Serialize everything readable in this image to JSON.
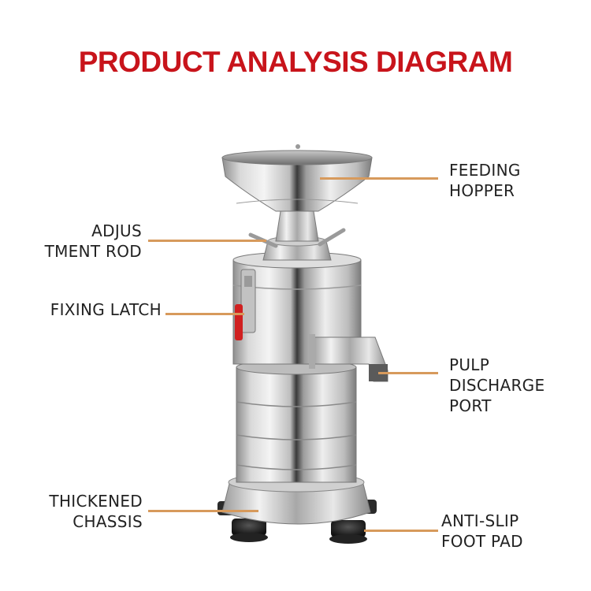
{
  "title": "PRODUCT ANALYSIS DIAGRAM",
  "colors": {
    "title": "#c8141b",
    "leader_line": "#d79a5c",
    "label_text": "#222222",
    "latch_handle": "#d02020"
  },
  "labels": {
    "feeding_hopper": [
      "FEEDING",
      "HOPPER"
    ],
    "adjustment_rod": [
      "ADJUS",
      "TMENT ROD"
    ],
    "fixing_latch": [
      "FIXING LATCH"
    ],
    "pulp_discharge_port": [
      "PULP",
      "DISCHARGE",
      "PORT"
    ],
    "thickened_chassis": [
      "THICKENED",
      "CHASSIS"
    ],
    "anti_slip_foot_pad": [
      "ANTI-SLIP",
      "FOOT PAD"
    ]
  }
}
